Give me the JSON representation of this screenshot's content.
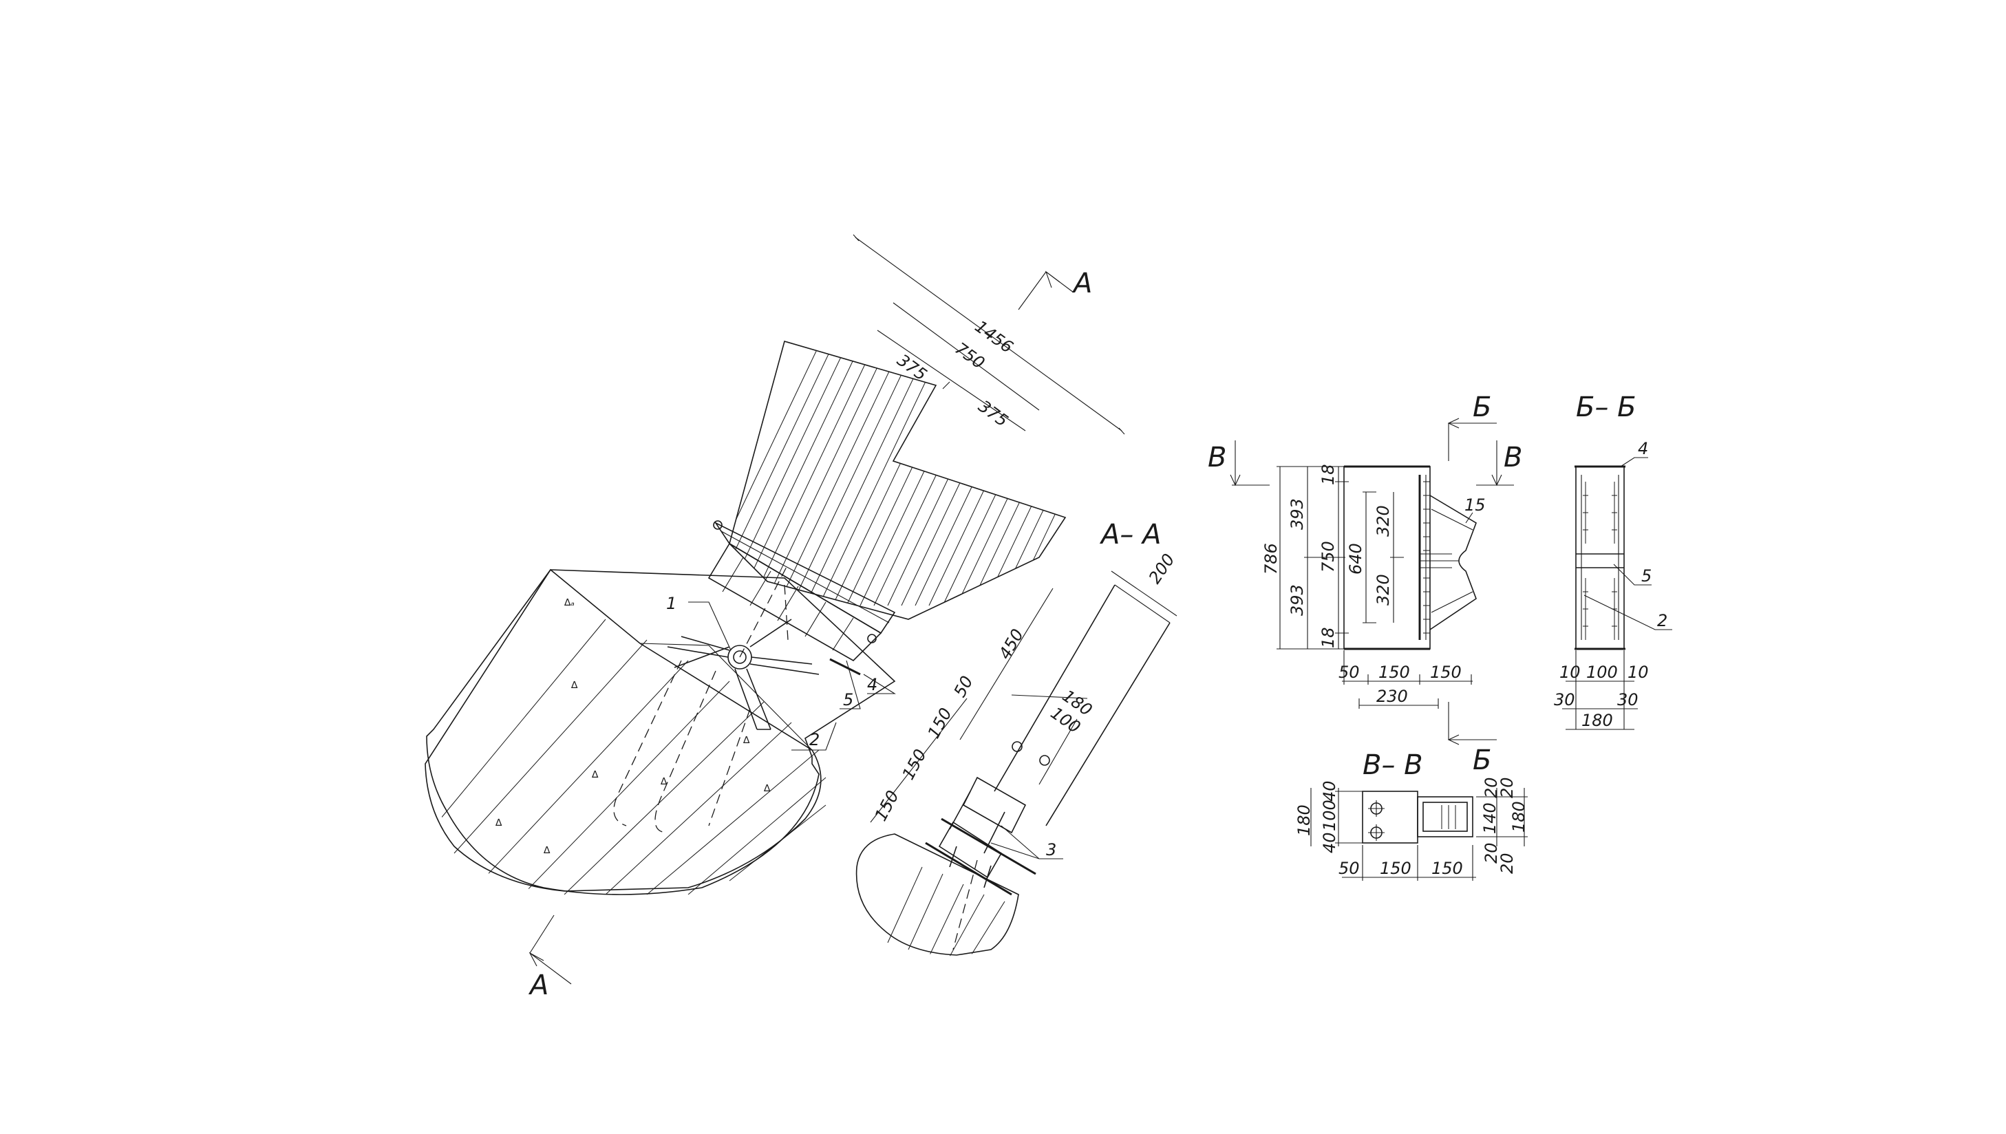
{
  "drawing": {
    "colors": {
      "ink": "#1a1a1a",
      "paper": "#ffffff"
    },
    "plan_view": {
      "section_mark": "A",
      "dims_along": [
        "1456",
        "750",
        "375",
        "375"
      ],
      "callouts": [
        "1",
        "2",
        "4",
        "5"
      ]
    },
    "section_aa": {
      "title": "A– A",
      "dims": [
        "200",
        "450",
        "180",
        "100",
        "50",
        "150",
        "150",
        "150"
      ],
      "callout": "3"
    },
    "detail_front": {
      "section_mark_b": "Б",
      "section_mark_v": "В",
      "dims_vertical": [
        "786",
        "393",
        "393",
        "18",
        "18",
        "750",
        "640",
        "320",
        "320"
      ],
      "dim_small": "15",
      "dims_horizontal": [
        "50",
        "150",
        "150",
        "230"
      ]
    },
    "section_bb": {
      "title": "Б– Б",
      "callouts": [
        "4",
        "5",
        "2"
      ],
      "dims": [
        "10",
        "100",
        "10",
        "30",
        "30",
        "180"
      ]
    },
    "section_vv": {
      "title": "В– В",
      "dims_left": [
        "180",
        "40",
        "100",
        "40"
      ],
      "dims_bottom": [
        "50",
        "150",
        "150"
      ],
      "dims_right": [
        "20",
        "20",
        "140",
        "180",
        "20",
        "20"
      ]
    }
  }
}
